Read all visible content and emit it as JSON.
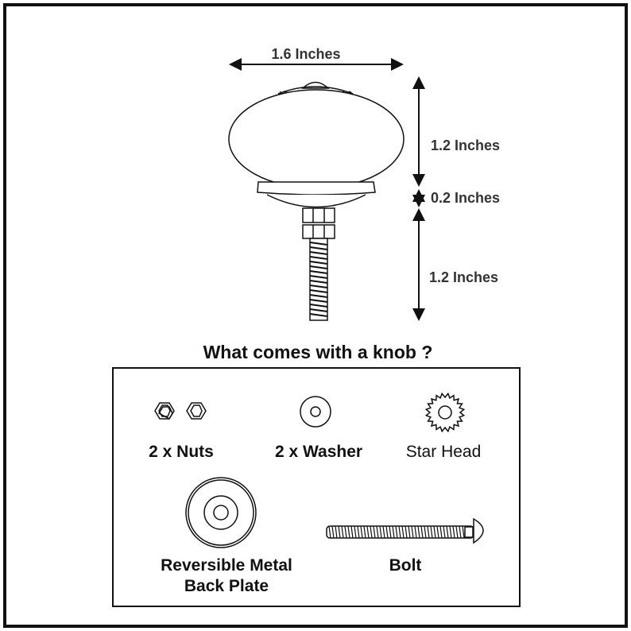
{
  "dimensions": {
    "width": "1.6 Inches",
    "knob_height": "1.2 Inches",
    "base_height": "0.2 Inches",
    "bolt_length": "1.2 Inches"
  },
  "contents": {
    "title": "What comes with a knob ?",
    "items": [
      {
        "label": "2 x Nuts",
        "icon": "hex-nut-icon"
      },
      {
        "label": "2 x Washer",
        "icon": "washer-icon"
      },
      {
        "label": "Star Head",
        "icon": "star-head-icon"
      },
      {
        "label_line1": "Reversible Metal",
        "label_line2": "Back Plate",
        "icon": "back-plate-icon"
      },
      {
        "label": "Bolt",
        "icon": "bolt-icon"
      }
    ]
  }
}
